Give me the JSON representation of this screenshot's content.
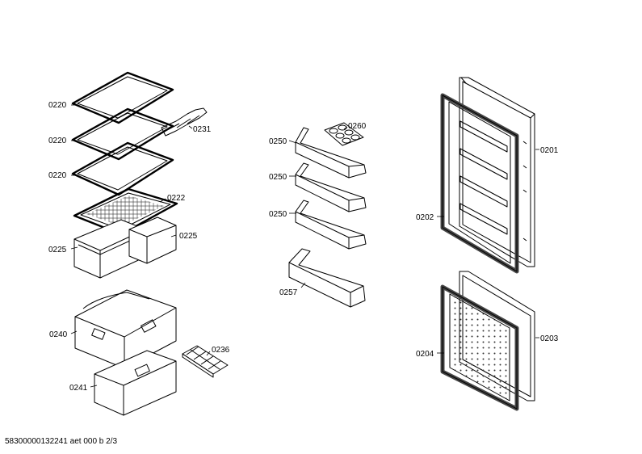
{
  "footer": "58300000132241 aet 000 b 2/3",
  "labels": {
    "l0220a": "0220",
    "l0220b": "0220",
    "l0220c": "0220",
    "l0231": "0231",
    "l0222": "0222",
    "l0225a": "0225",
    "l0225b": "0225",
    "l0240": "0240",
    "l0236": "0236",
    "l0241": "0241",
    "l0260": "0260",
    "l0250a": "0250",
    "l0250b": "0250",
    "l0250c": "0250",
    "l0257": "0257",
    "l0201": "0201",
    "l0202": "0202",
    "l0203": "0203",
    "l0204": "0204"
  }
}
